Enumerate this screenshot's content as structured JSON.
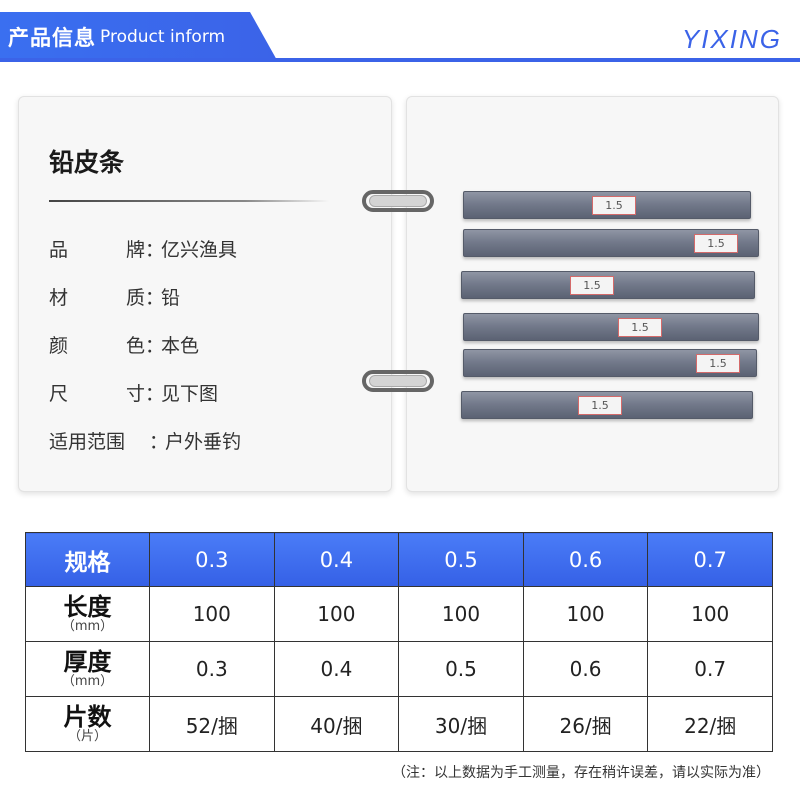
{
  "header": {
    "title_cn": "产品信息",
    "title_en": "Product inform",
    "brand": "YIXING",
    "accent_color": "#3b63e8"
  },
  "product": {
    "name": "铅皮条",
    "specs": [
      {
        "key": "品牌",
        "value": "亿兴渔具"
      },
      {
        "key": "材质",
        "value": "铅"
      },
      {
        "key": "颜色",
        "value": "本色"
      },
      {
        "key": "尺寸",
        "value": "见下图"
      },
      {
        "key": "适用范围",
        "value": "户外垂钓"
      }
    ],
    "colon": "："
  },
  "photo": {
    "strip_tag": "1.5"
  },
  "table": {
    "header_label": "规格",
    "columns": [
      "0.3",
      "0.4",
      "0.5",
      "0.6",
      "0.7"
    ],
    "rows": [
      {
        "label": "长度",
        "unit": "（mm）",
        "values": [
          "100",
          "100",
          "100",
          "100",
          "100"
        ]
      },
      {
        "label": "厚度",
        "unit": "（mm）",
        "values": [
          "0.3",
          "0.4",
          "0.5",
          "0.6",
          "0.7"
        ]
      },
      {
        "label": "片数",
        "unit": "（片）",
        "values": [
          "52/捆",
          "40/捆",
          "30/捆",
          "26/捆",
          "22/捆"
        ]
      }
    ]
  },
  "footnote": "（注：以上数据为手工测量，存在稍许误差，请以实际为准）"
}
